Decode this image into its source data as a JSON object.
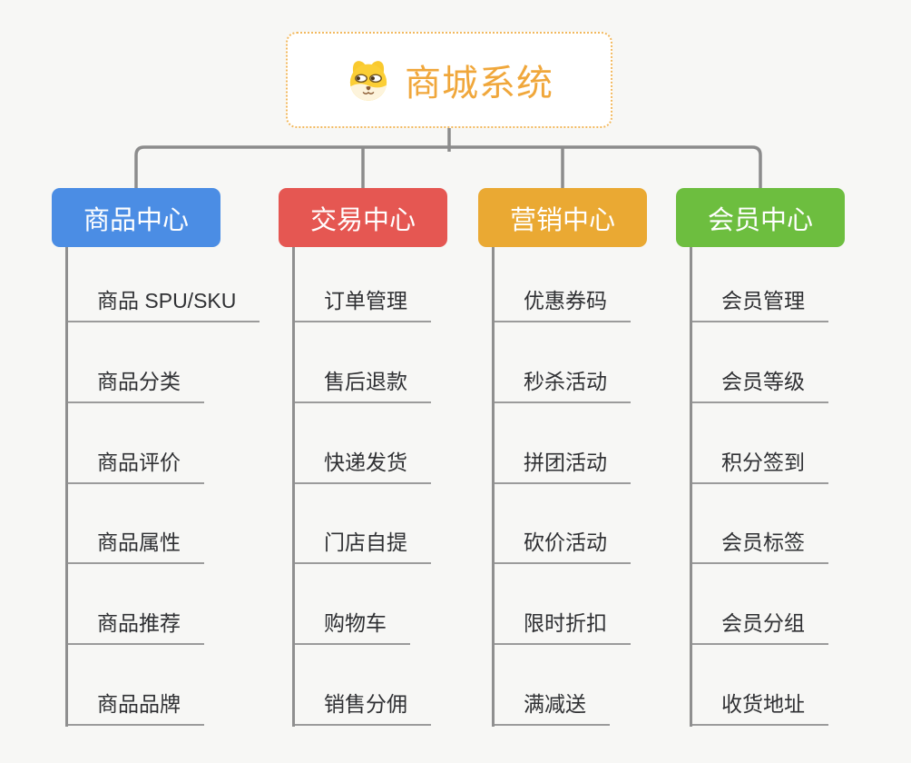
{
  "canvas": {
    "background": "#f7f7f5",
    "connector_color": "#8c8c8c",
    "underline_color": "#9b9b9b"
  },
  "root": {
    "title": "商城系统",
    "icon": "dog-face-icon",
    "text_color": "#f0a73b",
    "border_color": "#f2b95f",
    "background": "#ffffff"
  },
  "branches": [
    {
      "id": "product-center",
      "label": "商品中心",
      "color": "#4b8de4",
      "children": [
        "商品 SPU/SKU",
        "商品分类",
        "商品评价",
        "商品属性",
        "商品推荐",
        "商品品牌"
      ]
    },
    {
      "id": "trade-center",
      "label": "交易中心",
      "color": "#e55752",
      "children": [
        "订单管理",
        "售后退款",
        "快递发货",
        "门店自提",
        "购物车",
        "销售分佣"
      ]
    },
    {
      "id": "marketing-center",
      "label": "营销中心",
      "color": "#eaa933",
      "children": [
        "优惠券码",
        "秒杀活动",
        "拼团活动",
        "砍价活动",
        "限时折扣",
        "满减送"
      ]
    },
    {
      "id": "member-center",
      "label": "会员中心",
      "color": "#6dbe3f",
      "children": [
        "会员管理",
        "会员等级",
        "积分签到",
        "会员标签",
        "会员分组",
        "收货地址"
      ]
    }
  ]
}
